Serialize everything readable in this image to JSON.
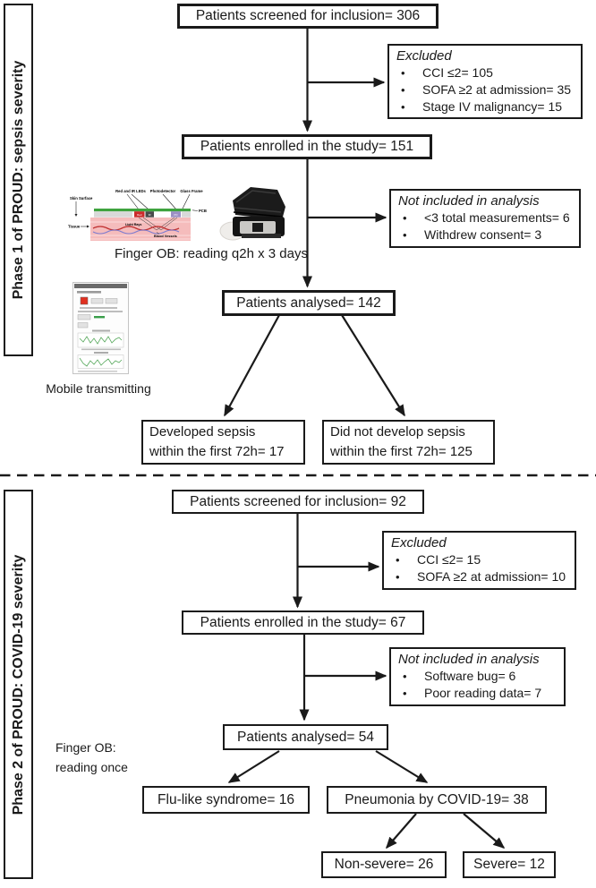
{
  "figure": {
    "phase1": {
      "side_label": "Phase 1 of PROUD: sepsis severity",
      "screened": "Patients screened for inclusion= 306",
      "excluded": {
        "title": "Excluded",
        "items": [
          "CCI ≤2= 105",
          "SOFA ≥2 at admission= 35",
          "Stage IV malignancy= 15"
        ]
      },
      "enrolled": "Patients enrolled in the study= 151",
      "finger_caption": "Finger OB: reading q2h x 3 days",
      "not_included": {
        "title": "Not included in analysis",
        "items": [
          "<3 total measurements= 6",
          "Withdrew consent= 3"
        ]
      },
      "analysed": "Patients analysed= 142",
      "mobile_caption": "Mobile transmitting",
      "outcome_sepsis": {
        "line1": "Developed sepsis",
        "line2": "within the first 72h= 17"
      },
      "outcome_no_sepsis": {
        "line1": "Did not develop sepsis",
        "line2": "within the first 72h= 125"
      }
    },
    "phase2": {
      "side_label": "Phase 2 of PROUD: COVID-19 severity",
      "screened": "Patients screened for inclusion= 92",
      "excluded": {
        "title": "Excluded",
        "items": [
          "CCI ≤2= 15",
          "SOFA ≥2 at admission= 10"
        ]
      },
      "enrolled": "Patients enrolled in the study= 67",
      "not_included": {
        "title": "Not included in analysis",
        "items": [
          "Software bug= 6",
          "Poor reading data= 7"
        ]
      },
      "finger_caption": {
        "line1": "Finger OB:",
        "line2": "reading once"
      },
      "analysed": "Patients analysed= 54",
      "flu": "Flu-like syndrome= 16",
      "pneumonia": "Pneumonia by COVID-19= 38",
      "non_severe": "Non-severe= 26",
      "severe": "Severe= 12"
    },
    "sensor_diagram": {
      "labels": {
        "leds": "Red and IR LEDs",
        "photodetector": "Photodetector",
        "glass_frame": "Glass Frame",
        "skin_surface": "Skin Surface",
        "pcb": "PCB",
        "tissue": "Tissue",
        "light_rays": "Light Rays",
        "blood_vessels": "Blood Vessels",
        "red_chip": "Red",
        "ir_chip": "IR",
        "pd_chip": "PD"
      },
      "colors": {
        "pcb_green": "#3fa33f",
        "tissue_pink": "#f5bcbc",
        "led_red": "#cc2a2a",
        "pd_purple": "#9b8ec4",
        "blood_red": "#c03030",
        "vessel_blue": "#7b7bd0"
      }
    }
  }
}
